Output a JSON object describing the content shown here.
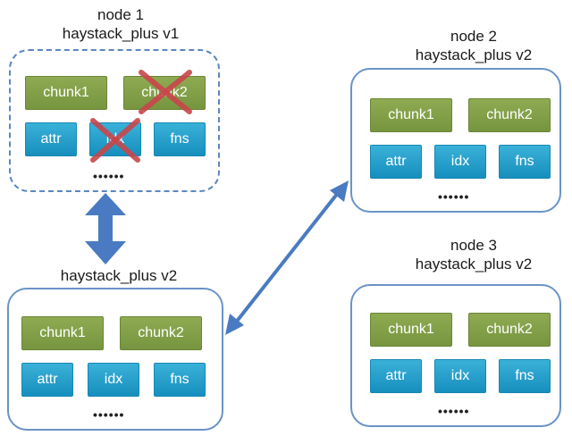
{
  "nodes": [
    {
      "name": "node 1",
      "version": "haystack_plus v1",
      "chunks": [
        "chunk1",
        "chunk2"
      ],
      "metas": [
        "attr",
        "idx",
        "fns"
      ],
      "more": "••••••"
    },
    {
      "name": "node 2",
      "version": "haystack_plus v2",
      "chunks": [
        "chunk1",
        "chunk2"
      ],
      "metas": [
        "attr",
        "idx",
        "fns"
      ],
      "more": "••••••"
    },
    {
      "name": "node 3",
      "version": "haystack_plus v2",
      "chunks": [
        "chunk1",
        "chunk2"
      ],
      "metas": [
        "attr",
        "idx",
        "fns"
      ],
      "more": "••••••"
    },
    {
      "name": "",
      "version": "haystack_plus v2",
      "chunks": [
        "chunk1",
        "chunk2"
      ],
      "metas": [
        "attr",
        "idx",
        "fns"
      ],
      "more": "••••••"
    }
  ],
  "colors": {
    "panel_border": "#6a93c6",
    "chunk": "#7f9c45",
    "meta": "#2aa3cf",
    "arrow": "#4a7bc2",
    "cross": "#c8464b"
  }
}
